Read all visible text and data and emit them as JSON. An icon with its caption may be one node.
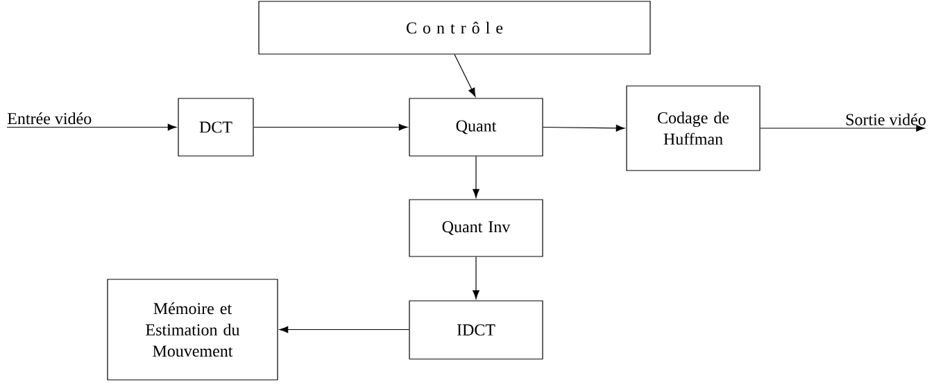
{
  "diagram": {
    "nodes": [
      {
        "text": [
          "C o n t r ô l e"
        ]
      },
      {
        "text": [
          "DCT"
        ]
      },
      {
        "text": [
          "Quant"
        ]
      },
      {
        "text": [
          "Codage de Huffman"
        ]
      },
      {
        "text": [
          "Quant Inv"
        ]
      },
      {
        "text": [
          "IDCT"
        ]
      },
      {
        "text": [
          "Mémoire et Estimation du Mouvement"
        ]
      }
    ],
    "edges": [
      {
        "from": null,
        "to": 1,
        "arrow": "to",
        "label": "Entrée vidéo"
      },
      {
        "from": 1,
        "to": 2,
        "arrow": "to"
      },
      {
        "from": 0,
        "to": 2,
        "arrow": "to"
      },
      {
        "from": 2,
        "to": 3,
        "arrow": "to"
      },
      {
        "from": 3,
        "to": null,
        "arrow": "to",
        "label": "Sortie vidéo"
      },
      {
        "from": 2,
        "to": 4,
        "arrow": "to"
      },
      {
        "from": 4,
        "to": 5,
        "arrow": "to"
      },
      {
        "from": 5,
        "to": 6,
        "arrow": "to"
      }
    ]
  }
}
